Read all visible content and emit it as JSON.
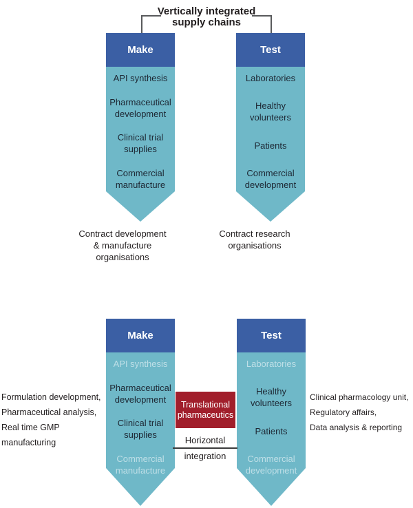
{
  "colors": {
    "header_blue": "#3b5fa4",
    "teal": "#6fb8c8",
    "red": "#a11e2b",
    "faded_text": "#bfdfe7",
    "dark_text": "#1d2733",
    "line_gray": "#58595b"
  },
  "title": {
    "line1": "Vertically integrated",
    "line2": "supply chains"
  },
  "top_section": {
    "make": {
      "header": "Make",
      "items": [
        "API synthesis",
        "Pharmaceutical development",
        "Clinical trial supplies",
        "Commercial manufacture"
      ],
      "caption_lines": [
        "Contract development",
        "& manufacture organisations"
      ]
    },
    "test": {
      "header": "Test",
      "items": [
        "Laboratories",
        "Healthy volunteers",
        "Patients",
        "Commercial development"
      ],
      "caption_lines": [
        "Contract research",
        "organisations"
      ]
    }
  },
  "bottom_section": {
    "make": {
      "header": "Make",
      "items": [
        "API synthesis",
        "Pharmaceutical development",
        "Clinical trial supplies",
        "Commercial manufacture"
      ],
      "side_lines": [
        "Formulation development,",
        "Pharmaceutical analysis,",
        "Real time GMP manufacturing"
      ]
    },
    "test": {
      "header": "Test",
      "items": [
        "Laboratories",
        "Healthy volunteers",
        "Patients",
        "Commercial development"
      ],
      "side_lines": [
        "Clinical pharmacology unit,",
        "Regulatory affairs,",
        "Data analysis & reporting"
      ]
    },
    "center": {
      "box_label": "Translational pharmaceutics",
      "hi_line1": "Horizontal",
      "hi_line2": "integration"
    }
  }
}
